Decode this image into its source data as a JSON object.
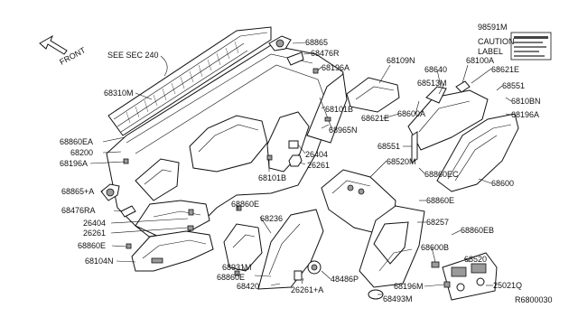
{
  "diagram": {
    "front_label": "FRONT",
    "see_sec": "SEE SEC 240",
    "ref_code": "R6800030",
    "caution_label": {
      "part_no": "98591M",
      "line1": "CAUTION",
      "line2": "LABEL"
    },
    "callouts": [
      "68865",
      "68476R",
      "68196A",
      "68310M",
      "68101B",
      "68965N",
      "68860EA",
      "68200",
      "68196A",
      "68865+A",
      "68476RA",
      "26404",
      "26261",
      "68860E",
      "68104N",
      "68101B",
      "26404",
      "26261",
      "68236",
      "68860E",
      "68931M",
      "68860E",
      "68420",
      "26261+A",
      "48486P",
      "68109N",
      "68640",
      "68100A",
      "68513M",
      "68621E",
      "68551",
      "68600A",
      "68621E",
      "6810BN",
      "68196A",
      "68551",
      "68860EC",
      "68600",
      "68520M",
      "68860E",
      "68257",
      "68860EB",
      "68600B",
      "68520",
      "68196M",
      "68493M",
      "25021Q"
    ]
  }
}
